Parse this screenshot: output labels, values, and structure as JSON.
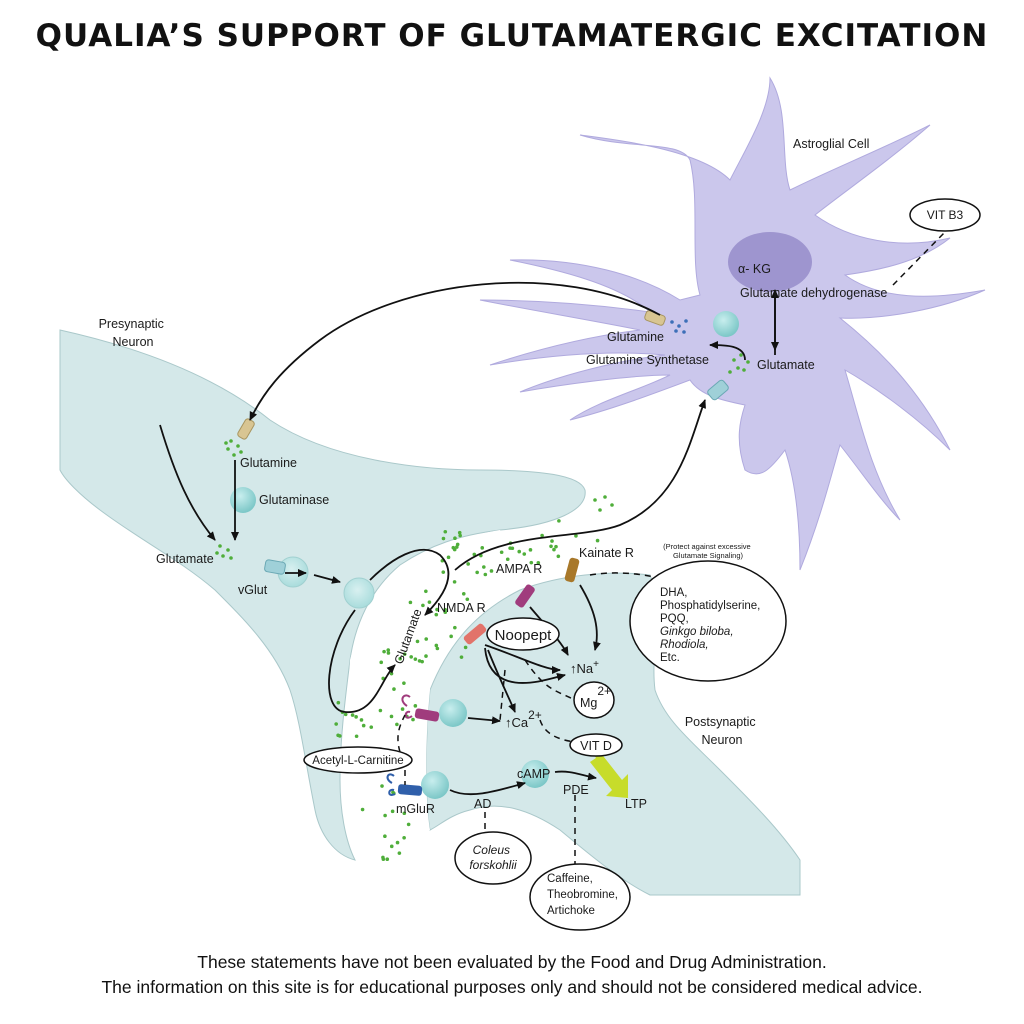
{
  "title": "QUALIA’S SUPPORT OF GLUTAMATERGIC EXCITATION",
  "cells": {
    "presynaptic": "Presynaptic\nNeuron",
    "postsynaptic": "Postsynaptic\nNeuron",
    "astroglial": "Astroglial Cell"
  },
  "astrocyte": {
    "alpha_kg": "α- KG",
    "glutamate_dehydrogenase": "Glutamate dehydrogenase",
    "glutamine": "Glutamine",
    "glutamine_synthetase": "Glutamine Synthetase",
    "glutamate": "Glutamate",
    "vit_b3": "VIT B3"
  },
  "presynaptic_labels": {
    "glutamine": "Glutamine",
    "glutaminase": "Glutaminase",
    "glutamate": "Glutamate",
    "vglut": "vGlut",
    "cleft_glutamate": "Glutamate"
  },
  "postsynaptic_labels": {
    "kainate_r": "Kainate R",
    "ampa_r": "AMPA R",
    "nmda_r": "NMDA R",
    "noopept": "Noopept",
    "na": "Na",
    "na_sup": "+",
    "ca": "Ca",
    "ca_sup": "2+",
    "mg": "Mg",
    "mg_sup": "2+",
    "vit_d": "VIT D",
    "camp": "cAMP",
    "ad": "AD",
    "pde": "PDE",
    "ltp": "LTP",
    "mglur": "mGluR"
  },
  "supplements": {
    "acetyl_l_carnitine": "Acetyl-L-Carnitine",
    "coleus_1": "Coleus",
    "coleus_2": "forskohlii",
    "pde_1": "Caffeine,",
    "pde_2": "Theobromine,",
    "pde_3": "Artichoke",
    "protect_1": "(Protect against excessive",
    "protect_2": "Glutamate Signaling)",
    "list_1": "DHA,",
    "list_2": "Phosphatidylserine,",
    "list_3": "PQQ,",
    "list_4": "Ginkgo biloba,",
    "list_5": "Rhodiola,",
    "list_6": "Etc."
  },
  "disclaimer": {
    "line1": "These statements have not been evaluated by the Food and Drug Administration.",
    "line2": "The information on this site is for educational purposes only and should not be considered medical advice."
  },
  "colors": {
    "neuron_fill": "#d4e8e9",
    "astrocyte_fill": "#cbc7ec",
    "astrocyte_nucleus": "#9e95cf",
    "enzyme_teal": "#8fd3d3",
    "glutamate_dot": "#4fae3a",
    "glutamine_dot": "#3d6fb8",
    "ltp_arrow": "#c7dc2a",
    "ampa_receptor": "#a03c7d",
    "nmda_receptor": "#e2736a",
    "kainate_receptor": "#a8782a",
    "mglur_receptor": "#2f5faa",
    "transporter_tan": "#d8c592",
    "transporter_teal": "#9fd0d8"
  }
}
